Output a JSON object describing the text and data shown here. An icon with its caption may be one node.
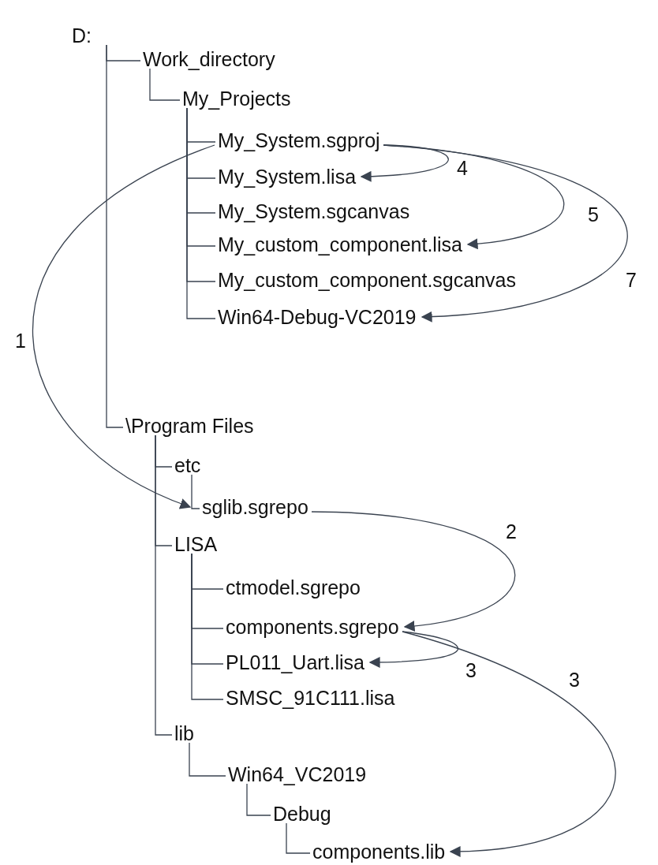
{
  "diagram": {
    "nodes": [
      {
        "text": [
          "D:"
        ]
      },
      {
        "text": [
          "Work_directory"
        ]
      },
      {
        "text": [
          "My_Projects"
        ]
      },
      {
        "text": [
          "My_System.sgproj"
        ]
      },
      {
        "text": [
          "My_System.lisa"
        ]
      },
      {
        "text": [
          "My_System.sgcanvas"
        ]
      },
      {
        "text": [
          "My_custom_component.lisa"
        ]
      },
      {
        "text": [
          "My_custom_component.sgcanvas"
        ]
      },
      {
        "text": [
          "Win64-Debug-VC2019"
        ]
      },
      {
        "text": [
          "\\Program Files"
        ]
      },
      {
        "text": [
          "etc"
        ]
      },
      {
        "text": [
          "sglib.sgrepo"
        ]
      },
      {
        "text": [
          "LISA"
        ]
      },
      {
        "text": [
          "ctmodel.sgrepo"
        ]
      },
      {
        "text": [
          "components.sgrepo"
        ]
      },
      {
        "text": [
          "PL011_Uart.lisa"
        ]
      },
      {
        "text": [
          "SMSC_91C111.lisa"
        ]
      },
      {
        "text": [
          "lib"
        ]
      },
      {
        "text": [
          "Win64_VC2019"
        ]
      },
      {
        "text": [
          "Debug"
        ]
      },
      {
        "text": [
          "components.lib"
        ]
      }
    ],
    "edges": [
      {
        "from": 0,
        "to": 1,
        "arrow": "none"
      },
      {
        "from": 1,
        "to": 2,
        "arrow": "none"
      },
      {
        "from": 2,
        "to": 3,
        "arrow": "none"
      },
      {
        "from": 2,
        "to": 4,
        "arrow": "none"
      },
      {
        "from": 2,
        "to": 5,
        "arrow": "none"
      },
      {
        "from": 2,
        "to": 6,
        "arrow": "none"
      },
      {
        "from": 2,
        "to": 7,
        "arrow": "none"
      },
      {
        "from": 2,
        "to": 8,
        "arrow": "none"
      },
      {
        "from": 0,
        "to": 9,
        "arrow": "none"
      },
      {
        "from": 9,
        "to": 10,
        "arrow": "none"
      },
      {
        "from": 10,
        "to": 11,
        "arrow": "none"
      },
      {
        "from": 9,
        "to": 12,
        "arrow": "none"
      },
      {
        "from": 12,
        "to": 13,
        "arrow": "none"
      },
      {
        "from": 12,
        "to": 14,
        "arrow": "none"
      },
      {
        "from": 12,
        "to": 15,
        "arrow": "none"
      },
      {
        "from": 12,
        "to": 16,
        "arrow": "none"
      },
      {
        "from": 9,
        "to": 17,
        "arrow": "none"
      },
      {
        "from": 17,
        "to": 18,
        "arrow": "none"
      },
      {
        "from": 18,
        "to": 19,
        "arrow": "none"
      },
      {
        "from": 19,
        "to": 20,
        "arrow": "none"
      },
      {
        "from": 3,
        "to": 11,
        "arrow": "to",
        "label": "1"
      },
      {
        "from": 11,
        "to": 14,
        "arrow": "to",
        "label": "2"
      },
      {
        "from": 14,
        "to": 15,
        "arrow": "to",
        "label": "3"
      },
      {
        "from": 14,
        "to": 20,
        "arrow": "to",
        "label": "3"
      },
      {
        "from": 3,
        "to": 4,
        "arrow": "to",
        "label": "4"
      },
      {
        "from": 3,
        "to": 6,
        "arrow": "to",
        "label": "5"
      },
      {
        "from": 3,
        "to": 8,
        "arrow": "to",
        "label": "7"
      }
    ]
  }
}
